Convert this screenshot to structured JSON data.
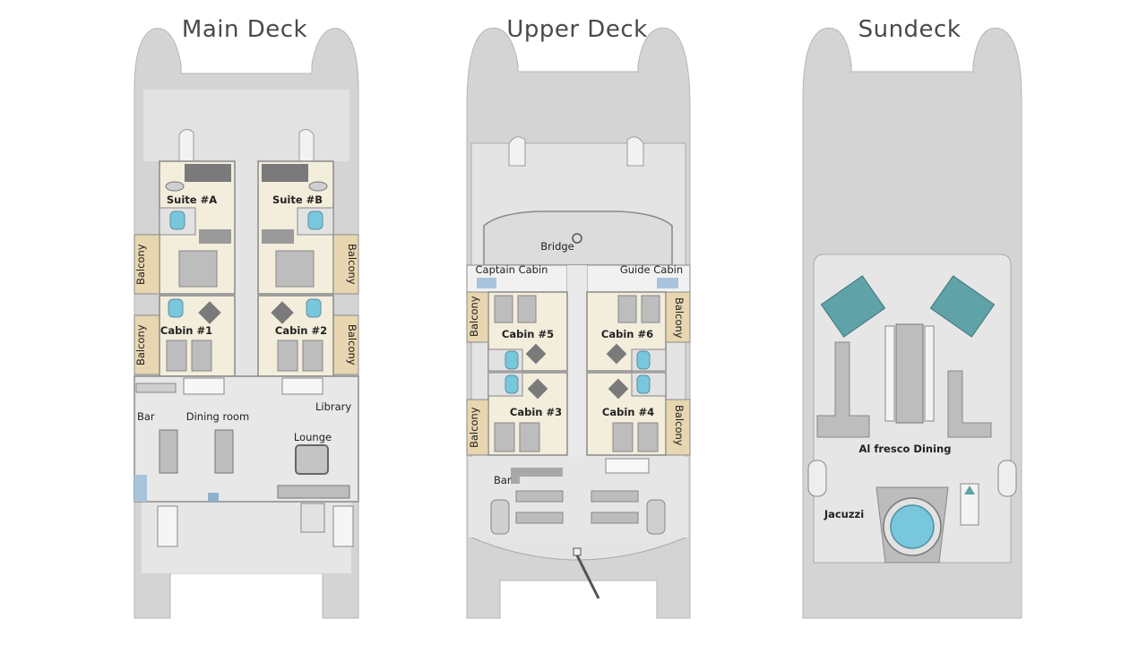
{
  "decks": {
    "main": {
      "title": "Main Deck",
      "rooms": {
        "suite_a": "Suite #A",
        "suite_b": "Suite #B",
        "cabin_1": "Cabin #1",
        "cabin_2": "Cabin #2",
        "balcony": "Balcony",
        "bar": "Bar",
        "dining_room": "Dining room",
        "library": "Library",
        "lounge": "Lounge"
      }
    },
    "upper": {
      "title": "Upper Deck",
      "rooms": {
        "bridge": "Bridge",
        "captain_cabin": "Captain Cabin",
        "guide_cabin": "Guide Cabin",
        "cabin_5": "Cabin #5",
        "cabin_6": "Cabin #6",
        "cabin_3": "Cabin #3",
        "cabin_4": "Cabin #4",
        "balcony": "Balcony",
        "bar": "Bar"
      }
    },
    "sun": {
      "title": "Sundeck",
      "rooms": {
        "al_fresco_dining": "Al fresco Dining",
        "jacuzzi": "Jacuzzi"
      }
    }
  },
  "colors": {
    "hull": "#d4d4d4",
    "deck_floor": "#ececec",
    "cabin": "#f3eddc",
    "balcony": "#e7d6b0",
    "bath": "#b8d8e6",
    "water": "#78c7dd",
    "teal_chair": "#5fa3a8",
    "wall": "#8a8a8a"
  }
}
